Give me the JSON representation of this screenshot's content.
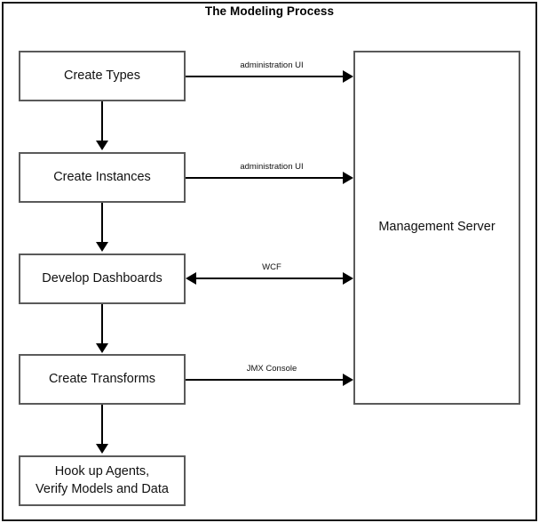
{
  "diagram": {
    "title": "The Modeling Process",
    "type": "flowchart",
    "process_nodes": [
      {
        "id": "create-types",
        "label": "Create Types"
      },
      {
        "id": "create-instances",
        "label": "Create Instances"
      },
      {
        "id": "develop-dashboards",
        "label": "Develop Dashboards"
      },
      {
        "id": "create-transforms",
        "label": "Create Transforms"
      },
      {
        "id": "hook-up-agents",
        "label_line1": "Hook up Agents,",
        "label_line2": "Verify Models and Data"
      }
    ],
    "server_node": {
      "id": "management-server",
      "label": "Management Server"
    },
    "connector_labels": [
      {
        "id": "edge-types-to-server",
        "label": "administration UI",
        "direction": "right"
      },
      {
        "id": "edge-instances-to-server",
        "label": "administration UI",
        "direction": "right"
      },
      {
        "id": "edge-dashboards-to-server",
        "label": "WCF",
        "direction": "both"
      },
      {
        "id": "edge-transforms-to-server",
        "label": "JMX Console",
        "direction": "right"
      }
    ],
    "colors": {
      "node_border": "#5a5a5a",
      "frame_border": "#1a1a1a",
      "connector": "#000000",
      "background": "#ffffff",
      "text": "#111111"
    }
  }
}
